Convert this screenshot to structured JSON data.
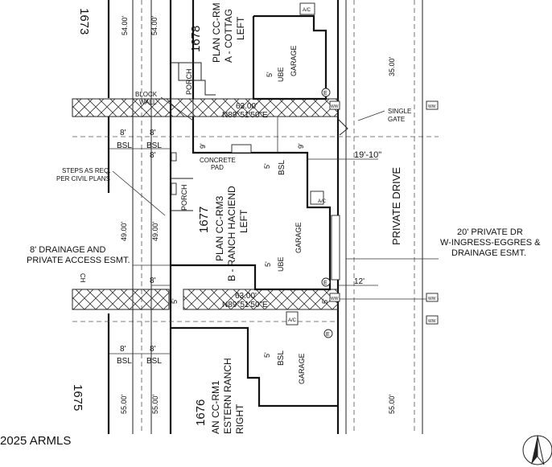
{
  "lots": {
    "lot_1678": {
      "number": "1678",
      "plan_line1": "PLAN CC-RM",
      "plan_line2": "A - COTTAG",
      "plan_line3": "LEFT"
    },
    "lot_1677": {
      "number": "1677",
      "plan_line1": "PLAN CC-RM3",
      "plan_line2": "B - RANCH HACIEND",
      "plan_line3": "LEFT"
    },
    "lot_1676": {
      "number": "1676",
      "plan_line1": "AN CC-RM1",
      "plan_line2": "ESTERN RANCH",
      "plan_line3": "RIGHT"
    },
    "lot_1675": {
      "number": "1675"
    },
    "lot_1673": {
      "number": "1673"
    }
  },
  "labels": {
    "porch": "PORCH",
    "garage": "GARAGE",
    "ube": "UBE",
    "bsl": "BSL",
    "five_ft": "5'",
    "nine_ft": "9'",
    "eight_ft": "8'",
    "twelve_ft": "12'",
    "ac": "A/C",
    "e": "E",
    "ch": "CH",
    "dim_19_10": "19'-10\"",
    "dim_54": "54.00'",
    "dim_49": "49.00'",
    "dim_55": "55.00'",
    "dim_35": "35.00'",
    "dim_63": "63.00'",
    "bearing": "N89°51'50\"E",
    "block_wall_1": "BLOCK",
    "block_wall_2": "WALL",
    "single_gate_1": "SINGLE",
    "single_gate_2": "GATE",
    "concrete_pad_1": "CONCRETE",
    "concrete_pad_2": "PAD",
    "steps_1": "STEPS AS REQ.",
    "steps_2": "PER CIVIL PLANS",
    "drainage_1": "8' DRAINAGE AND",
    "drainage_2": "PRIVATE ACCESS ESMT.",
    "private_drive": "PRIVATE DRIVE",
    "private_dr_1": "20' PRIVATE DR",
    "private_dr_2": "W-INGRESS-EGGRES &",
    "private_dr_3": "DRAINAGE ESMT.",
    "ww": "WW"
  },
  "copyright": "2025 ARMLS"
}
